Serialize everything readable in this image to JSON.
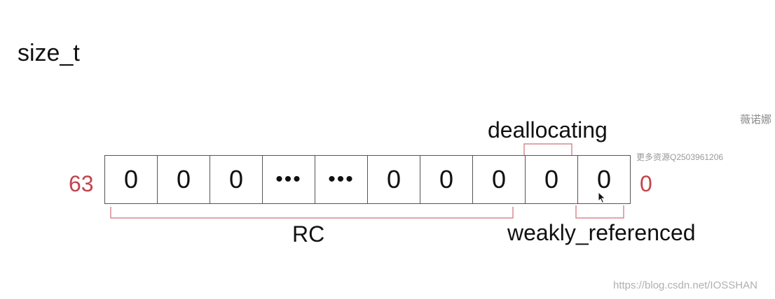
{
  "title": "size_t",
  "bits": {
    "high_label": "63",
    "low_label": "0",
    "cells": [
      "0",
      "0",
      "0",
      "•••",
      "•••",
      "0",
      "0",
      "0",
      "0",
      "0"
    ]
  },
  "labels": {
    "rc": "RC",
    "deallocating": "deallocating",
    "weakly_referenced": "weakly_referenced"
  },
  "watermarks": {
    "name": "薇诺娜",
    "more": "更多资源Q2503961206",
    "url": "https://blog.csdn.net/IOSSHAN"
  },
  "colors": {
    "accent": "#c0464f",
    "bracket": "#d88a90",
    "border": "#555555"
  }
}
